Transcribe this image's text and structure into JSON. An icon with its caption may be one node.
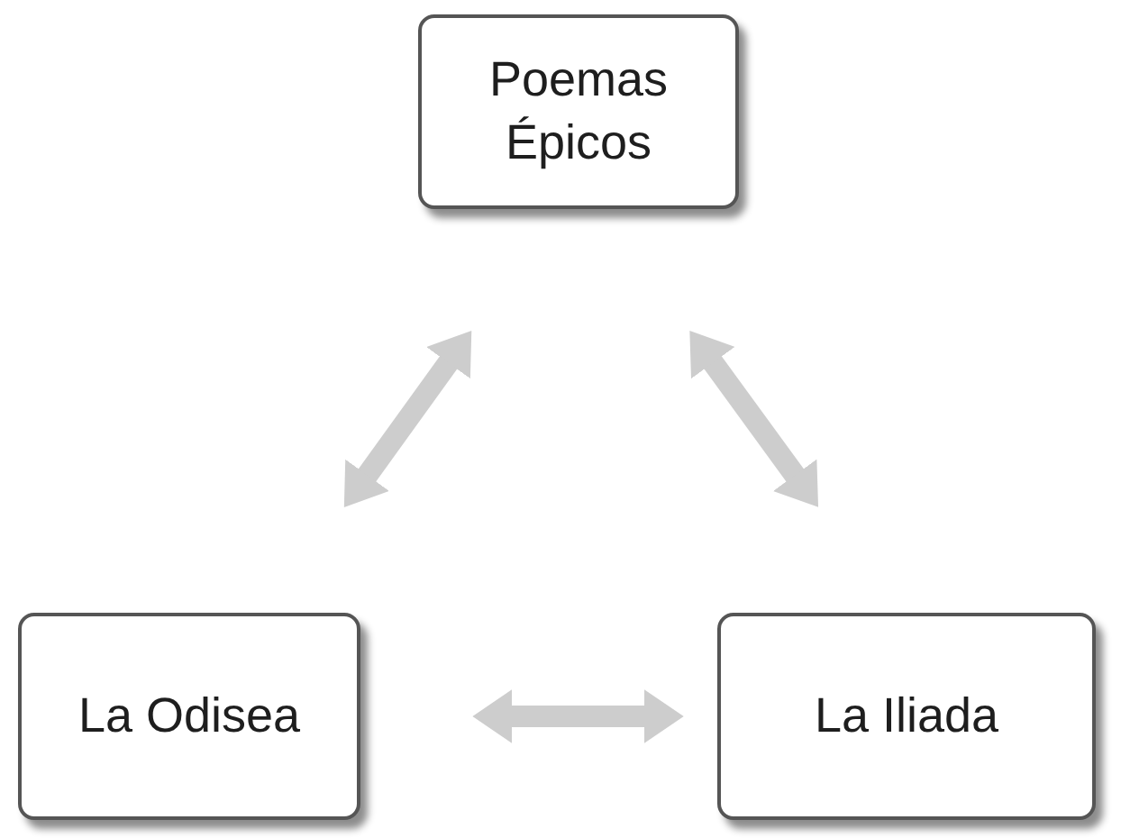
{
  "diagram": {
    "nodes": [
      {
        "text": [
          "Poemas Épicos"
        ]
      },
      {
        "text": [
          "La Odisea"
        ]
      },
      {
        "text": [
          "La Iliada"
        ]
      }
    ],
    "edges": [
      {
        "from": 0,
        "to": 1,
        "arrow": "both"
      },
      {
        "from": 0,
        "to": 2,
        "arrow": "both"
      },
      {
        "from": 1,
        "to": 2,
        "arrow": "both"
      }
    ]
  }
}
